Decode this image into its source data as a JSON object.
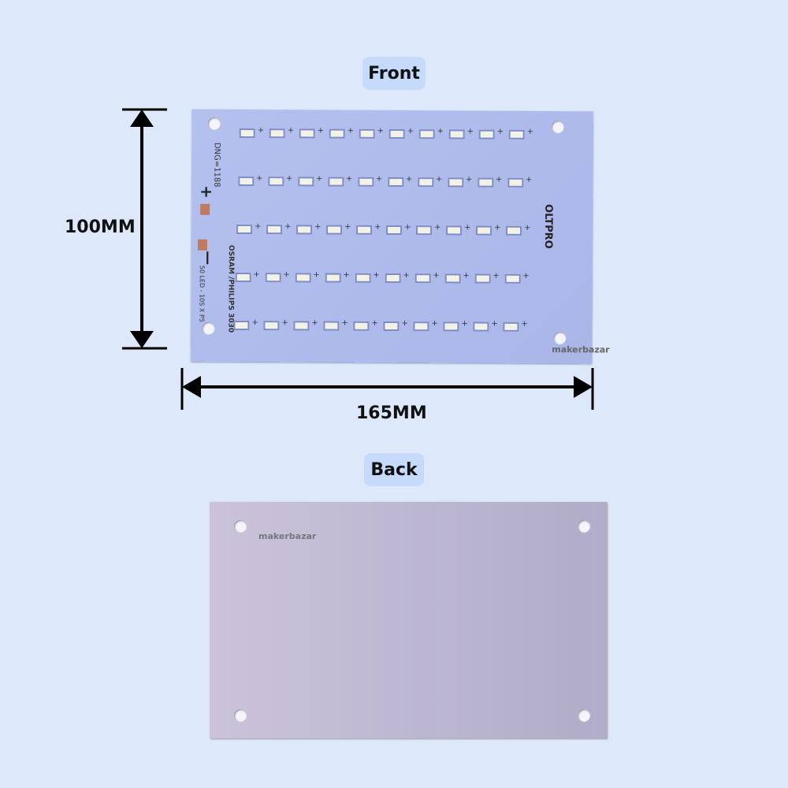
{
  "labels": {
    "front": "Front",
    "back": "Back",
    "height": "100MM",
    "width": "165MM"
  },
  "front_board": {
    "led_rows": 5,
    "led_cols": 10,
    "text_dng": "DNG=1188",
    "text_plus": "+",
    "text_minus": "—",
    "text_leds": "OSRAM /PHILIPS 3030",
    "text_config": "50 LED - 10S X P5",
    "brand": "OLTPRO",
    "watermark": "makerbazar"
  },
  "back_board": {
    "watermark": "makerbazar"
  },
  "colors": {
    "background": "#dde9fb",
    "pill": "#c6dbfb",
    "board_front": "#b0bcec",
    "board_back": "#bfb9d2"
  }
}
